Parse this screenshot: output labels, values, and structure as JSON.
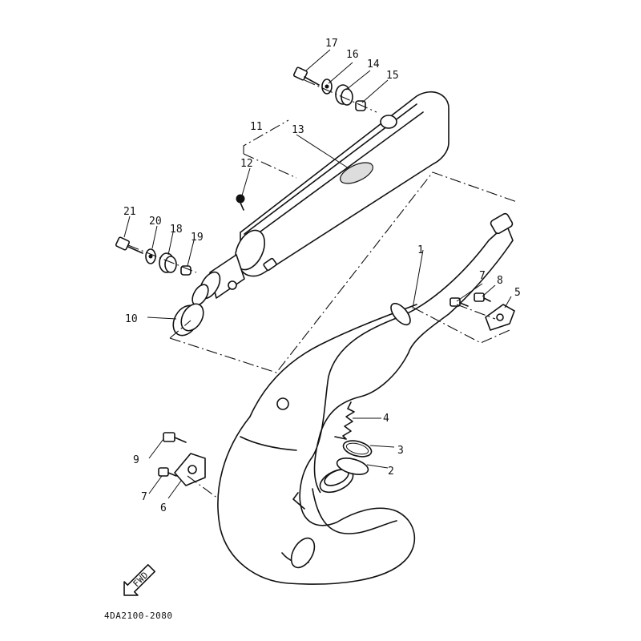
{
  "diagram": {
    "callouts": [
      "1",
      "2",
      "3",
      "4",
      "5",
      "6",
      "7",
      "7",
      "8",
      "9",
      "10",
      "11",
      "12",
      "13",
      "14",
      "15",
      "16",
      "17",
      "18",
      "19",
      "20",
      "21"
    ],
    "code": "4DA2100-2080",
    "fwd": "FWD"
  }
}
